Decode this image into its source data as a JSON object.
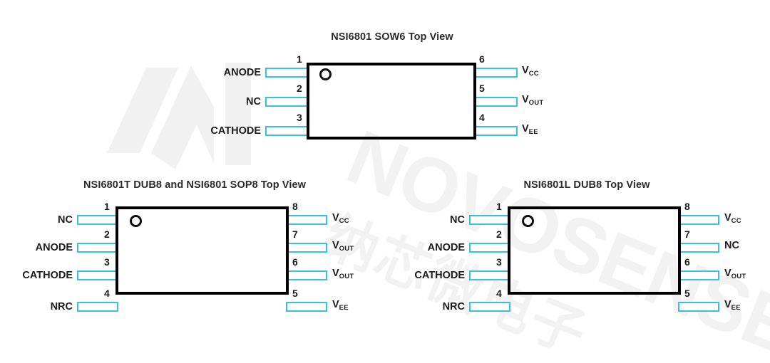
{
  "page": {
    "background_color": "#ffffff",
    "lead_color": "#3dbfe3",
    "body_outline_color": "#000000",
    "text_color": "#1c1c1c"
  },
  "watermark": {
    "brand_text": "NOVOSENSE",
    "brand_text_cn": "纳芯微电子",
    "color": "#f0f0f0"
  },
  "diagrams": [
    {
      "id": "sow6",
      "title": "NSI6801 SOW6 Top View",
      "pin_count": 6,
      "left_pins": [
        {
          "number": "1",
          "name": "ANODE",
          "sub": ""
        },
        {
          "number": "2",
          "name": "NC",
          "sub": ""
        },
        {
          "number": "3",
          "name": "CATHODE",
          "sub": ""
        }
      ],
      "right_pins": [
        {
          "number": "6",
          "name": "V",
          "sub": "CC"
        },
        {
          "number": "5",
          "name": "V",
          "sub": "OUT"
        },
        {
          "number": "4",
          "name": "V",
          "sub": "EE"
        }
      ]
    },
    {
      "id": "dub8-sop8",
      "title": "NSI6801T DUB8 and NSI6801 SOP8 Top View",
      "pin_count": 8,
      "left_pins": [
        {
          "number": "1",
          "name": "NC",
          "sub": ""
        },
        {
          "number": "2",
          "name": "ANODE",
          "sub": ""
        },
        {
          "number": "3",
          "name": "CATHODE",
          "sub": ""
        },
        {
          "number": "4",
          "name": "NRC",
          "sub": ""
        }
      ],
      "right_pins": [
        {
          "number": "8",
          "name": "V",
          "sub": "CC"
        },
        {
          "number": "7",
          "name": "V",
          "sub": "OUT"
        },
        {
          "number": "6",
          "name": "V",
          "sub": "OUT"
        },
        {
          "number": "5",
          "name": "V",
          "sub": "EE"
        }
      ]
    },
    {
      "id": "l-dub8",
      "title": "NSI6801L DUB8 Top View",
      "pin_count": 8,
      "left_pins": [
        {
          "number": "1",
          "name": "NC",
          "sub": ""
        },
        {
          "number": "2",
          "name": "ANODE",
          "sub": ""
        },
        {
          "number": "3",
          "name": "CATHODE",
          "sub": ""
        },
        {
          "number": "4",
          "name": "NRC",
          "sub": ""
        }
      ],
      "right_pins": [
        {
          "number": "8",
          "name": "V",
          "sub": "CC"
        },
        {
          "number": "7",
          "name": "NC",
          "sub": ""
        },
        {
          "number": "6",
          "name": "V",
          "sub": "OUT"
        },
        {
          "number": "5",
          "name": "V",
          "sub": "EE"
        }
      ]
    }
  ]
}
